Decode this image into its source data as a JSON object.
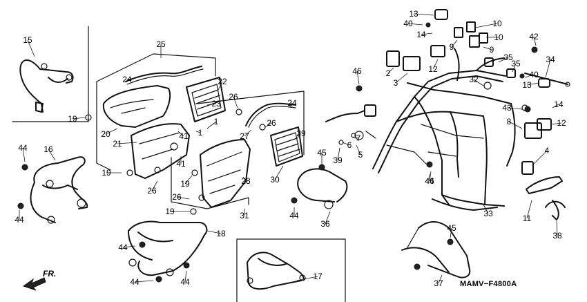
{
  "diagram": {
    "code": "MAMV−F4800A",
    "direction_label": "FR.",
    "callouts": [
      {
        "label": "1"
      },
      {
        "label": "1"
      },
      {
        "label": "2"
      },
      {
        "label": "3"
      },
      {
        "label": "4"
      },
      {
        "label": "5"
      },
      {
        "label": "6"
      },
      {
        "label": "7"
      },
      {
        "label": "8"
      },
      {
        "label": "9"
      },
      {
        "label": "9"
      },
      {
        "label": "10"
      },
      {
        "label": "10"
      },
      {
        "label": "11"
      },
      {
        "label": "12"
      },
      {
        "label": "12"
      },
      {
        "label": "13"
      },
      {
        "label": "13"
      },
      {
        "label": "14"
      },
      {
        "label": "14"
      },
      {
        "label": "15"
      },
      {
        "label": "16"
      },
      {
        "label": "17"
      },
      {
        "label": "18"
      },
      {
        "label": "19"
      },
      {
        "label": "19"
      },
      {
        "label": "19"
      },
      {
        "label": "19"
      },
      {
        "label": "20"
      },
      {
        "label": "21"
      },
      {
        "label": "22"
      },
      {
        "label": "23"
      },
      {
        "label": "24"
      },
      {
        "label": "24"
      },
      {
        "label": "25"
      },
      {
        "label": "26"
      },
      {
        "label": "26"
      },
      {
        "label": "26"
      },
      {
        "label": "26"
      },
      {
        "label": "27"
      },
      {
        "label": "28"
      },
      {
        "label": "29"
      },
      {
        "label": "30"
      },
      {
        "label": "31"
      },
      {
        "label": "32"
      },
      {
        "label": "33"
      },
      {
        "label": "34"
      },
      {
        "label": "35"
      },
      {
        "label": "35"
      },
      {
        "label": "36"
      },
      {
        "label": "37"
      },
      {
        "label": "38"
      },
      {
        "label": "39"
      },
      {
        "label": "40"
      },
      {
        "label": "40"
      },
      {
        "label": "41"
      },
      {
        "label": "41"
      },
      {
        "label": "42"
      },
      {
        "label": "43"
      },
      {
        "label": "44"
      },
      {
        "label": "44"
      },
      {
        "label": "44"
      },
      {
        "label": "44"
      },
      {
        "label": "44"
      },
      {
        "label": "44"
      },
      {
        "label": "44"
      },
      {
        "label": "45"
      },
      {
        "label": "45"
      },
      {
        "label": "46"
      },
      {
        "label": "46"
      }
    ]
  }
}
